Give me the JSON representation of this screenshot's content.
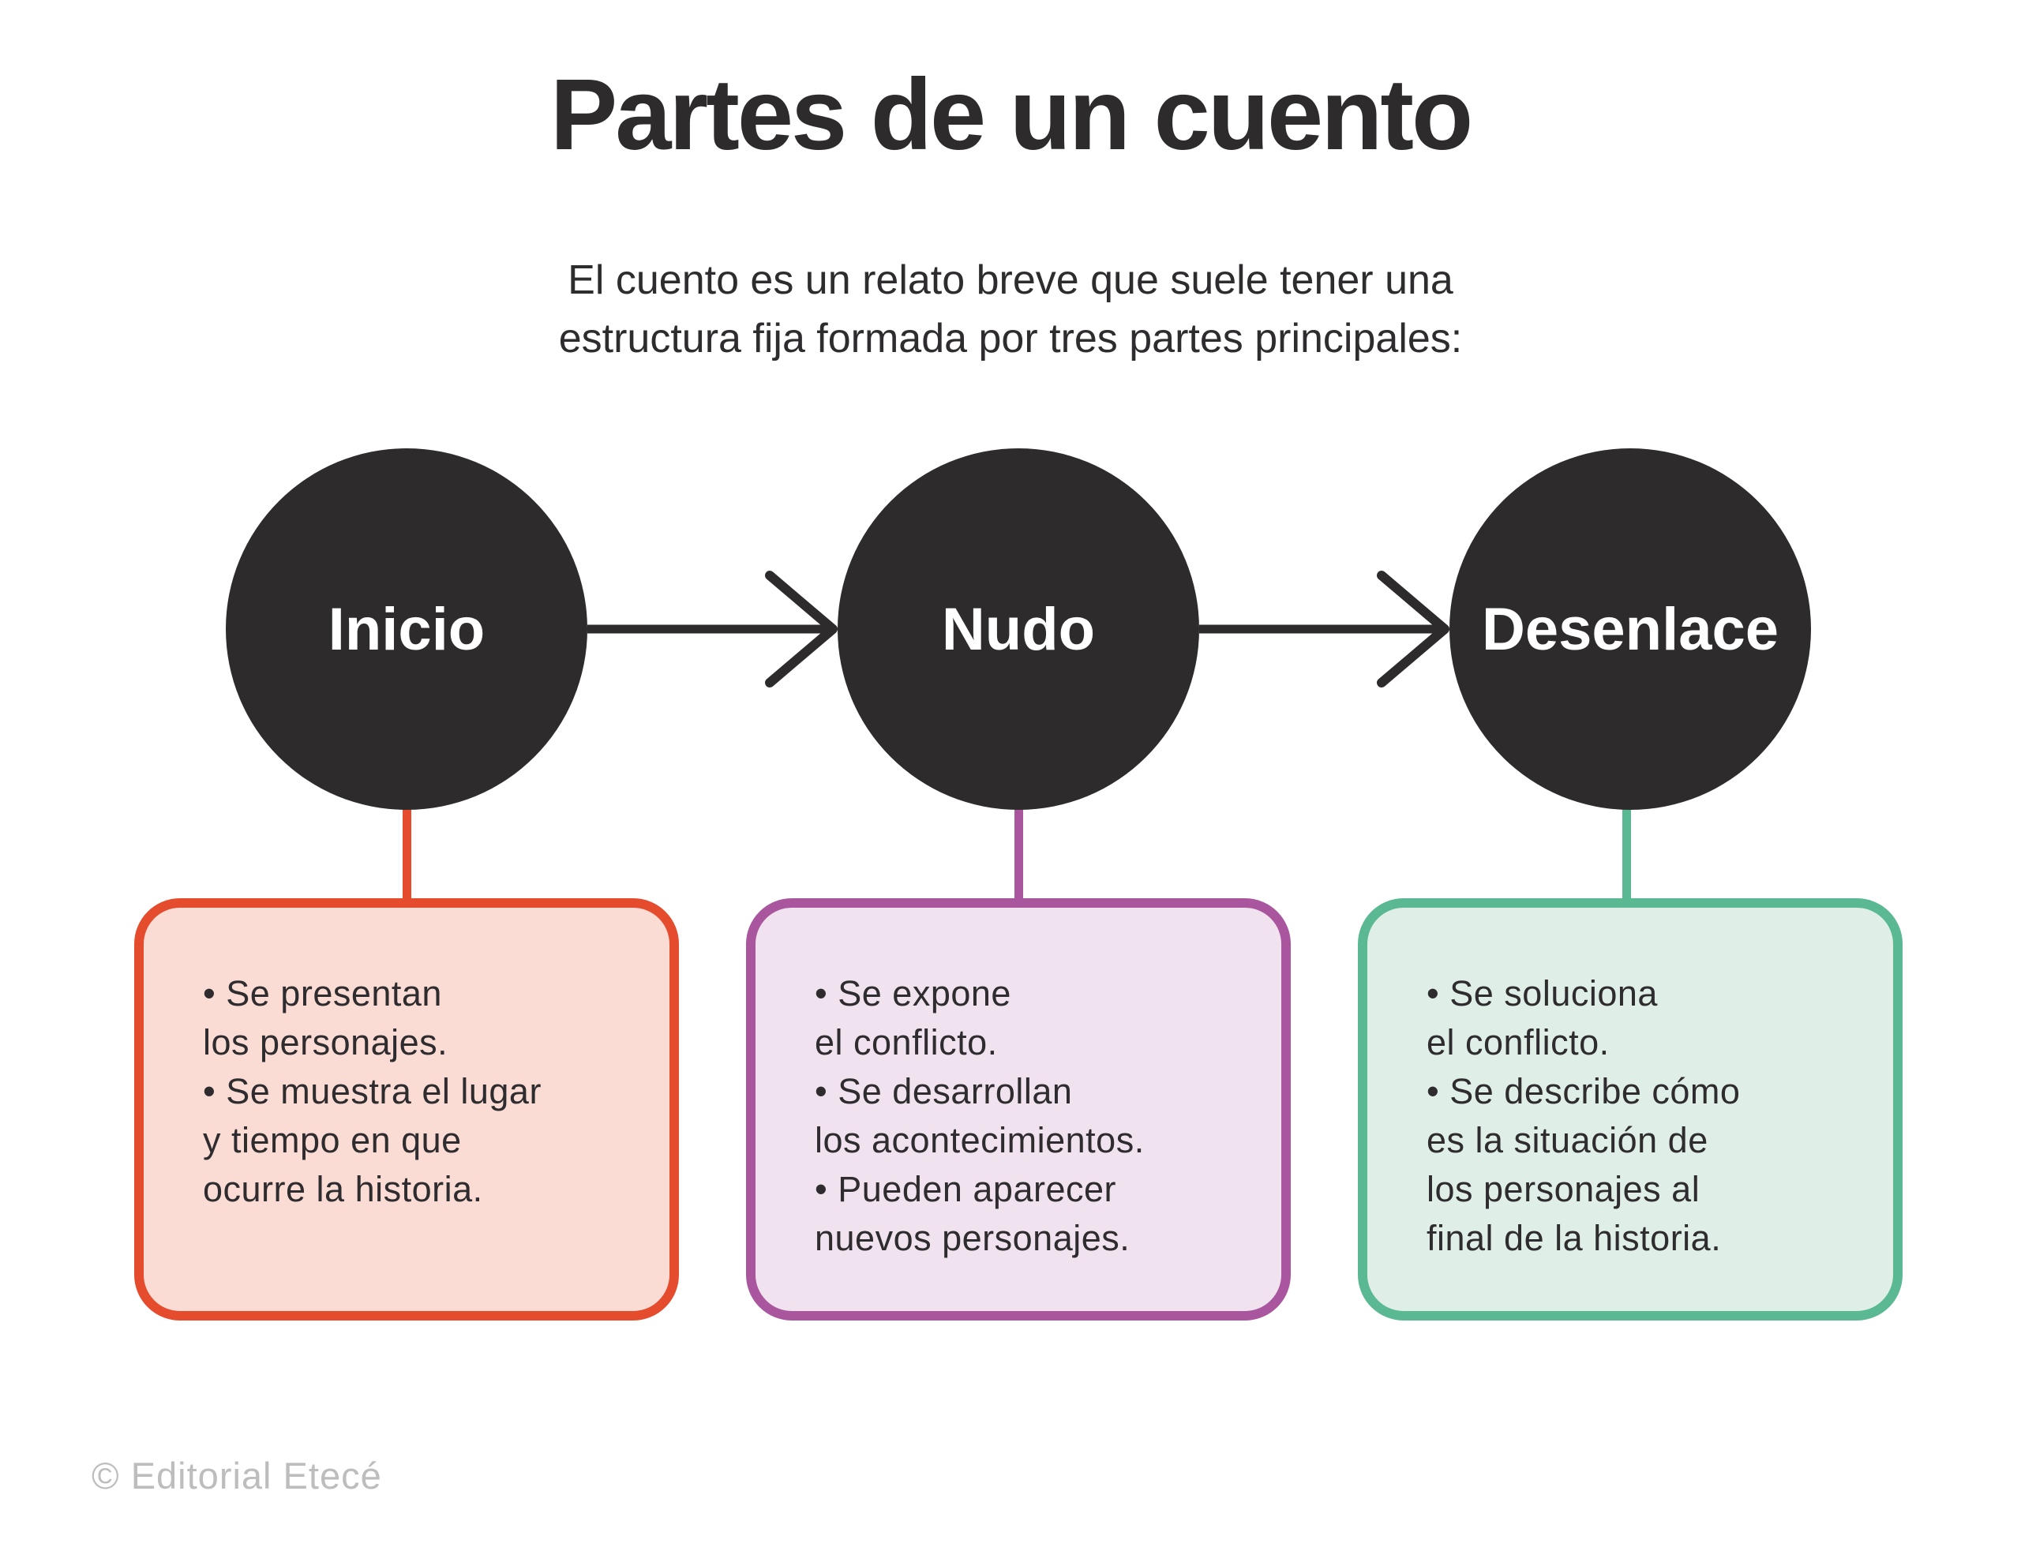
{
  "page": {
    "title": "Partes de un cuento",
    "subtitle_lines": [
      "El cuento es un relato breve que suele tener una",
      "estructura fija formada por tres partes principales:"
    ],
    "footer": "© Editorial Etecé"
  },
  "colors": {
    "ink": "#2d2b2c",
    "text": "#2e2c2e",
    "background": "#ffffff",
    "circle_fill": "#2d2b2c",
    "circle_label": "#ffffff",
    "footer_gray": "#bdbdbd"
  },
  "icons": {
    "flow_arrow": "arrow-right-icon"
  },
  "diagram": {
    "nodes": [
      {
        "label": "Inicio",
        "accent": "#e54b2d",
        "fill": "#fadcd5",
        "lines": [
          "• Se presentan",
          "los personajes.",
          "• Se muestra el lugar",
          "y tiempo en que",
          "ocurre la historia."
        ]
      },
      {
        "label": "Nudo",
        "accent": "#a9569f",
        "fill": "#f0e3ef",
        "lines": [
          "• Se expone",
          "el conflicto.",
          "• Se desarrollan",
          "los acontecimientos.",
          "• Pueden aparecer",
          "nuevos personajes."
        ]
      },
      {
        "label": "Desenlace",
        "accent": "#5ab992",
        "fill": "#dfeee6",
        "lines": [
          "• Se soluciona",
          "el conflicto.",
          "• Se describe cómo",
          "es la situación de",
          "los personajes al",
          "final de la historia."
        ]
      }
    ]
  }
}
